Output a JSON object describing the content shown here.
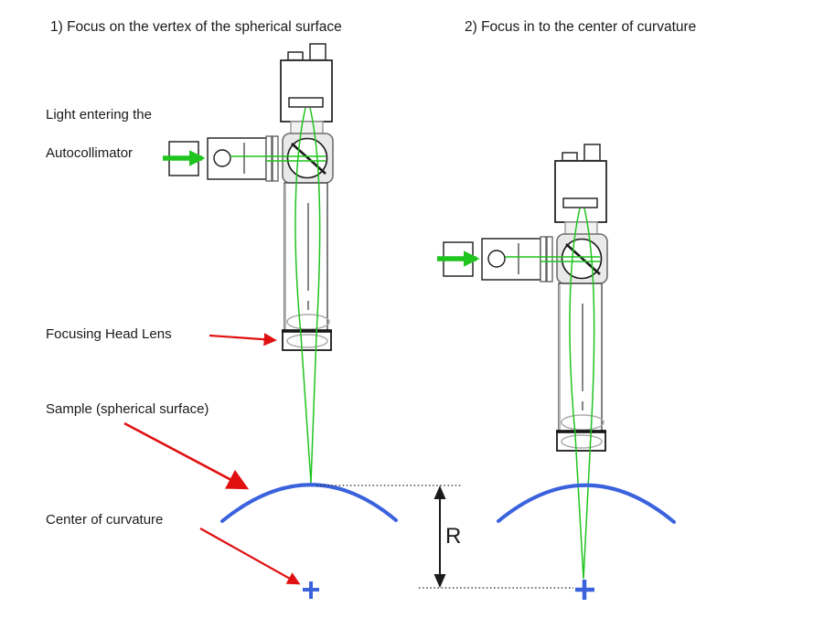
{
  "diagram": {
    "kind": "optical-metrology-diagram",
    "titles": {
      "step1": "1) Focus on the vertex of the spherical surface",
      "step2": "2) Focus in to the center of curvature"
    },
    "labels": {
      "light_entering_line1": "Light entering the",
      "light_entering_line2": "Autocollimator",
      "focusing_head_lens": "Focusing Head Lens",
      "sample": "Sample (spherical surface)",
      "center_of_curvature": "Center of curvature",
      "radius": "R"
    },
    "icons": {
      "autocollimator_drawing": "autocollimator-line-drawing",
      "beam_splitter": "beam-splitter-cube-icon",
      "light_arrow": "green-light-input-arrow",
      "surface": "blue-spherical-surface-arc",
      "center_mark": "blue-plus-cross",
      "dimension": "double-headed-arrow"
    },
    "colors": {
      "light_ray_green": "#1fc41f",
      "surface_blue": "#3a62dd",
      "pointer_red": "#e01010",
      "ink_black": "#1a1a1a",
      "hardware_gray": "#9a9a9a"
    }
  }
}
